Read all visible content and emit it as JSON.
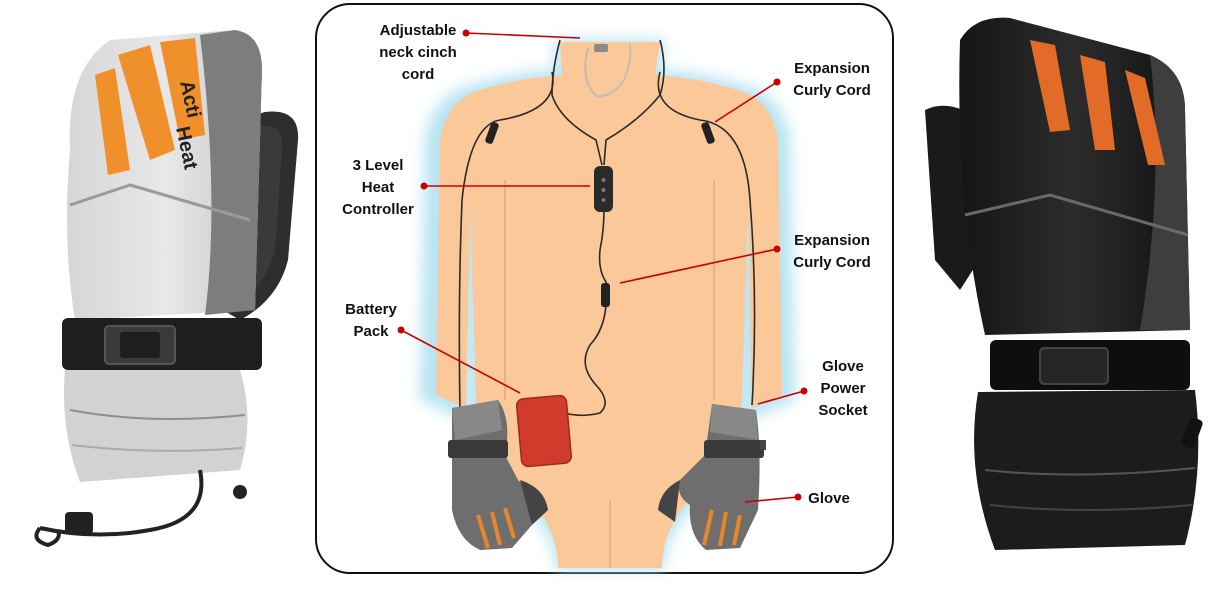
{
  "labels": {
    "neck_cord": "Adjustable\nneck cinch\ncord",
    "curly_cord_upper": "Expansion\nCurly Cord",
    "controller": "3 Level\nHeat\nController",
    "curly_cord_lower": "Expansion\nCurly Cord",
    "battery": "Battery\nPack",
    "power_socket": "Glove\nPower\nSocket",
    "glove": "Glove"
  },
  "left_glove": {
    "logo_text_1": "Acti",
    "logo_text_2": "Heat"
  },
  "colors": {
    "body_skin": "#fbc89a",
    "body_glow": "#b8e4f1",
    "leader_line": "#cc0000",
    "leader_dot": "#cc0000",
    "accent_orange": "#f0902a",
    "battery_red": "#d13b2b",
    "glove_gray": "#6e6e6e",
    "glove_light": "#dcdcdc",
    "glove_black": "#202020"
  }
}
